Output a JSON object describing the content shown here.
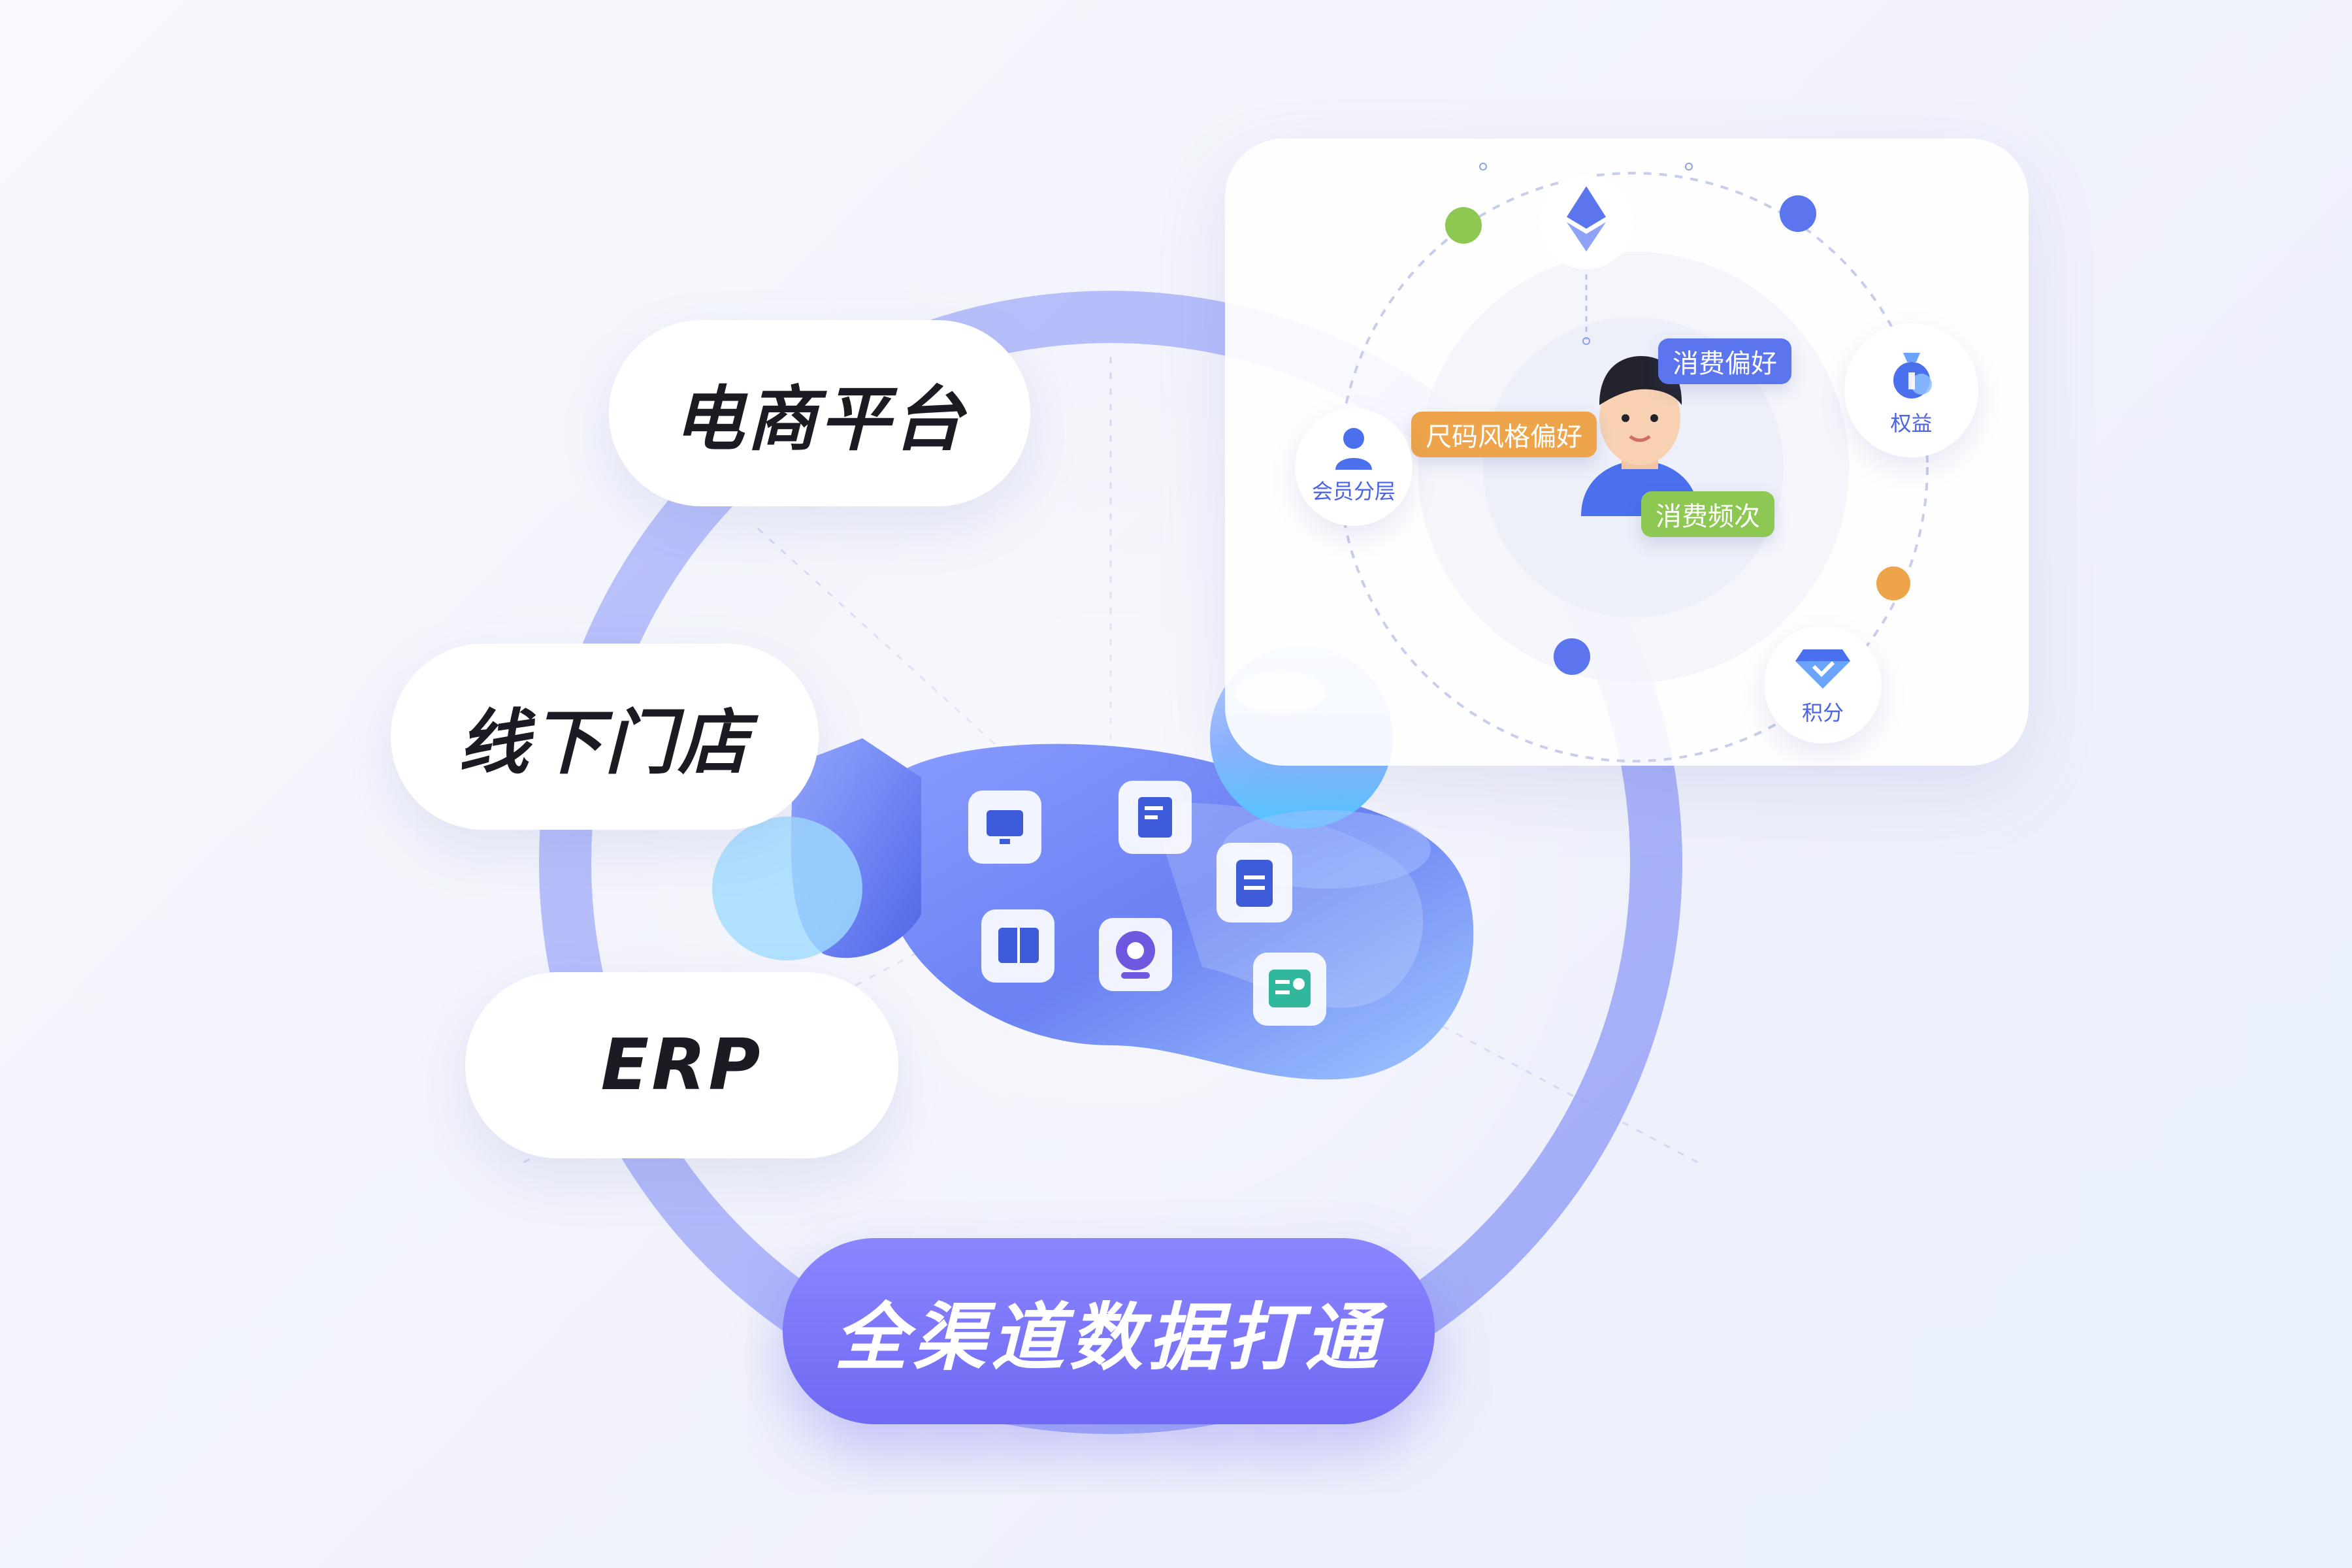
{
  "channels": {
    "ecommerce": "电商平台",
    "offline_store": "线下门店",
    "erp": "ERP"
  },
  "cta": {
    "label": "全渠道数据打通"
  },
  "profile": {
    "tags": {
      "consumption_preference": "消费偏好",
      "size_style_preference": "尺码风格偏好",
      "consumption_frequency": "消费频次"
    },
    "nodes": {
      "membership_tier": "会员分层",
      "benefits": "权益",
      "points": "积分"
    }
  },
  "icons": [
    "ethereum-icon",
    "person-icon",
    "money-bag-icon",
    "diamond-icon",
    "monitor-icon",
    "invoice-icon",
    "document-icon",
    "book-icon",
    "webcam-icon",
    "contact-card-icon"
  ],
  "colors": {
    "accent": "#6f69f3",
    "tag_blue": "#5b75ee",
    "tag_orange": "#eda44a",
    "tag_green": "#8cc852",
    "dot_green": "#8cc852",
    "dot_blue": "#5b75ee",
    "dot_orange": "#eda44a"
  }
}
